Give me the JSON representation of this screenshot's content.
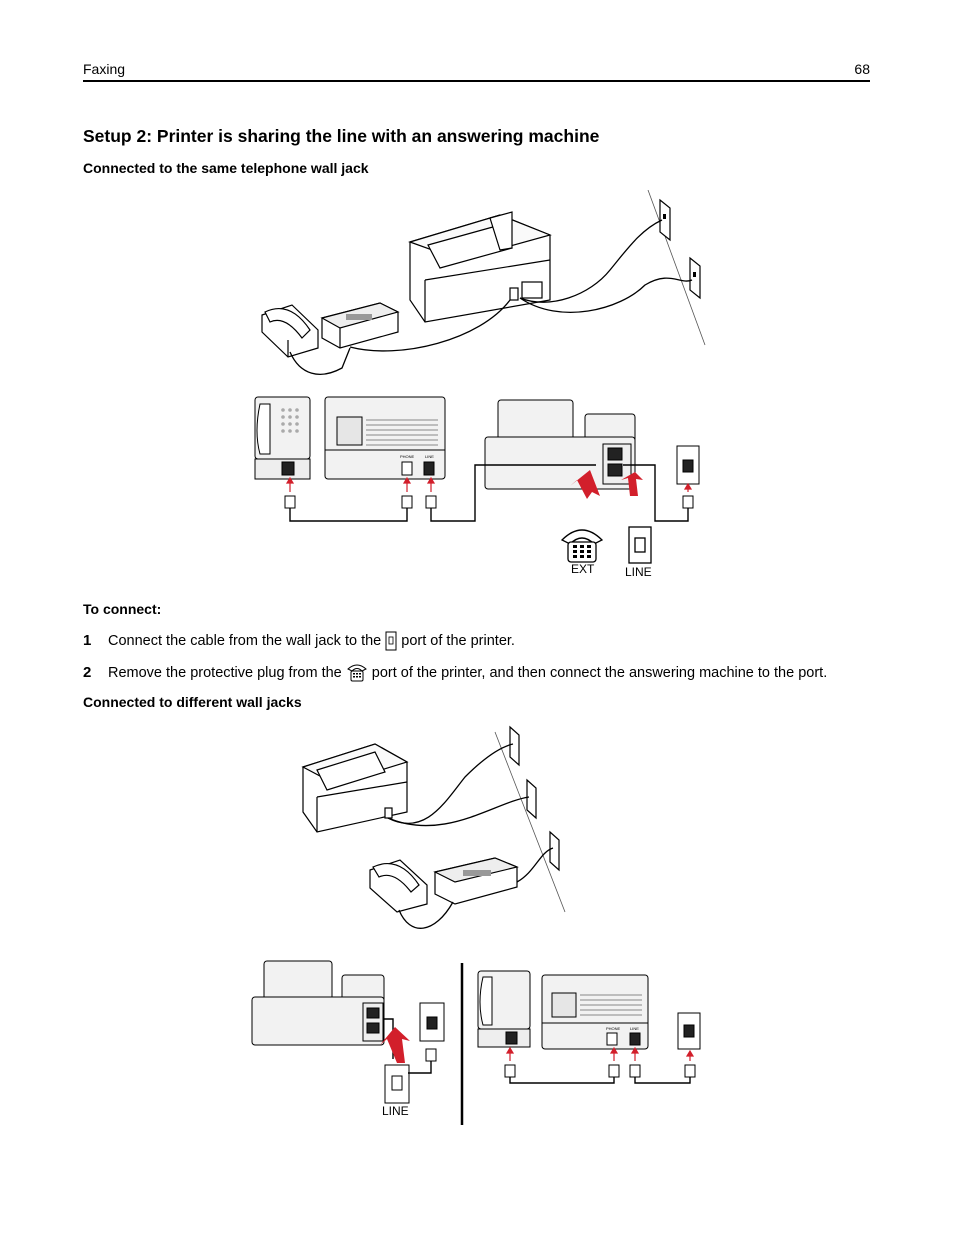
{
  "header": {
    "section": "Faxing",
    "page_number": "68"
  },
  "title": "Setup 2: Printer is sharing the line with an answering machine",
  "subsection1": {
    "heading": "Connected to the same telephone wall jack",
    "labels": {
      "ext": "EXT",
      "line": "LINE",
      "phone_port": "PHONE",
      "line_port": "LINE"
    }
  },
  "to_connect": {
    "heading": "To connect:",
    "steps": [
      {
        "number": "1",
        "before": "Connect the cable from the wall jack to the",
        "after": "port of the printer.",
        "icon": "line-port-icon"
      },
      {
        "number": "2",
        "before": "Remove the protective plug from the",
        "after": "port of the printer, and then connect the answering machine to the port.",
        "icon": "telephone-ext-icon"
      }
    ]
  },
  "subsection2": {
    "heading": "Connected to different wall jacks",
    "labels": {
      "line": "LINE",
      "phone_port": "PHONE",
      "line_port": "LINE"
    }
  }
}
